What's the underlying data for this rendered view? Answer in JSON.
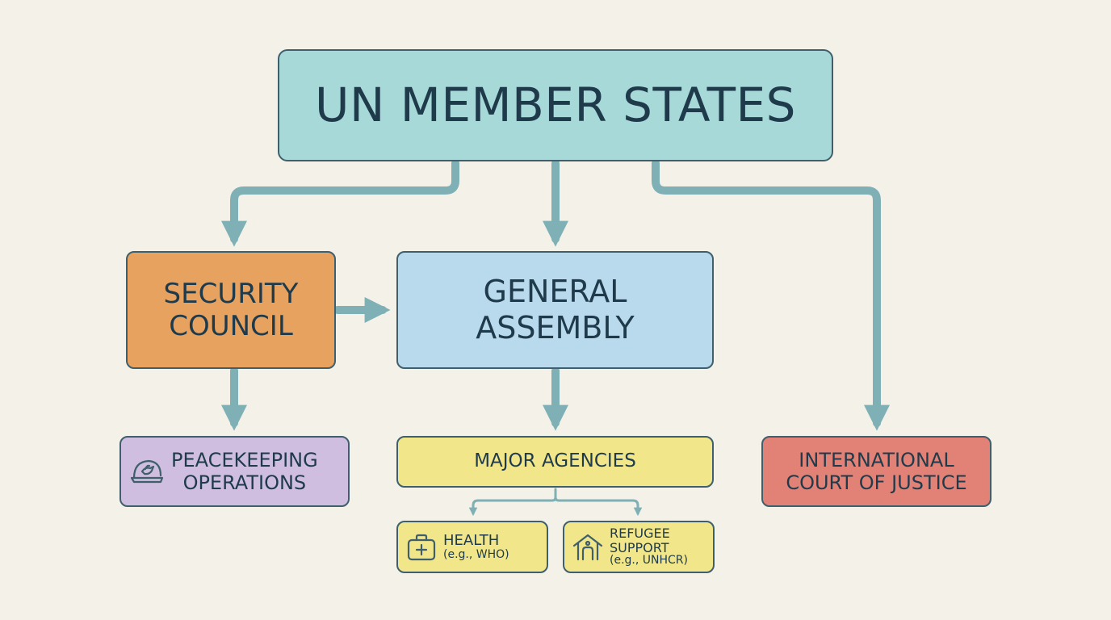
{
  "nodes": {
    "un_member_states": {
      "lines": [
        "UN MEMBER STATES"
      ]
    },
    "security_council": {
      "lines": [
        "SECURITY",
        "COUNCIL"
      ]
    },
    "general_assembly": {
      "lines": [
        "GENERAL",
        "ASSEMBLY"
      ]
    },
    "peacekeeping": {
      "lines": [
        "PEACEKEEPING",
        "OPERATIONS"
      ],
      "icon": "peacekeeper-helmet-dove-icon"
    },
    "major_agencies": {
      "lines": [
        "MAJOR AGENCIES"
      ]
    },
    "icj": {
      "lines": [
        "INTERNATIONAL",
        "COURT OF JUSTICE"
      ]
    },
    "health": {
      "lines": [
        "HEALTH"
      ],
      "sub": "(e.g., WHO)",
      "icon": "medical-kit-icon"
    },
    "refugee": {
      "lines": [
        "REFUGEE",
        "SUPPORT"
      ],
      "sub": "(e.g., UNHCR)",
      "icon": "shelter-house-icon"
    }
  },
  "colors": {
    "background": "#f3f1e8",
    "arrow": "#7fb0b6",
    "border": "#3f5f6c",
    "un_member_states": "#a6d9d8",
    "security_council": "#e8a25f",
    "general_assembly": "#b9d9ec",
    "peacekeeping": "#cfbedf",
    "major_agencies": "#f1e68a",
    "icj": "#e28277"
  }
}
